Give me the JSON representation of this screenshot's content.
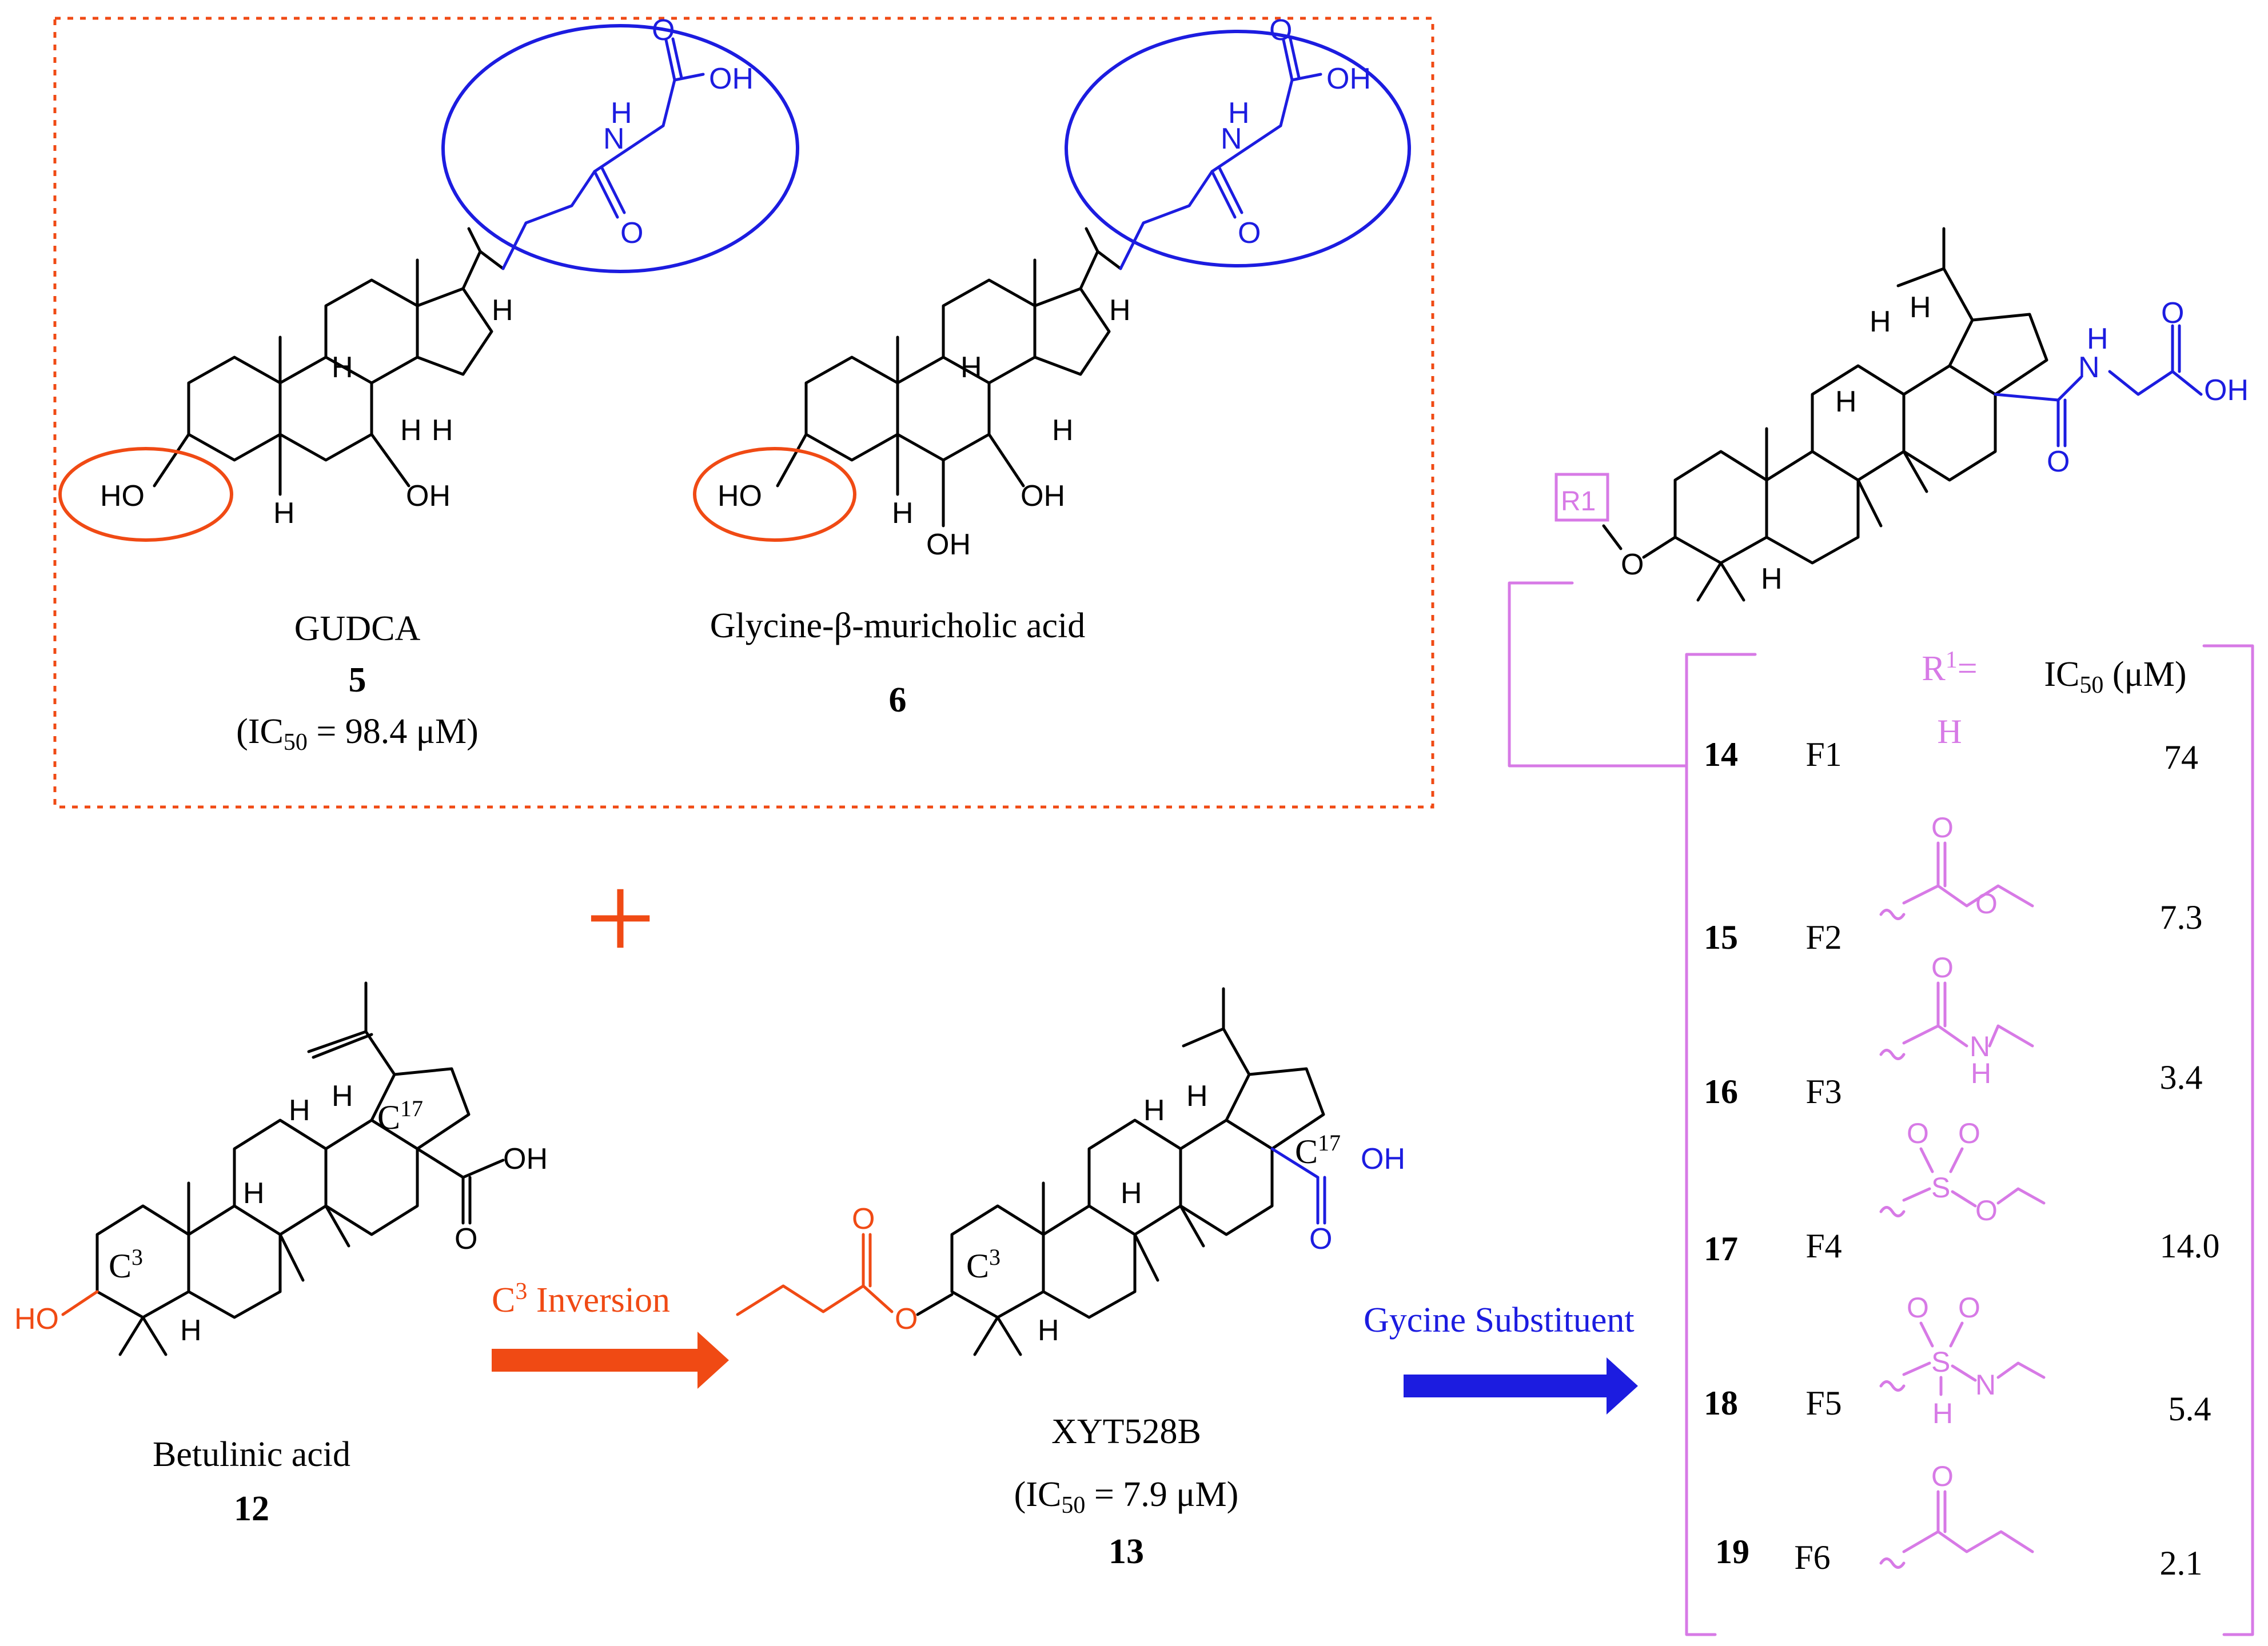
{
  "colors": {
    "orange": "#f04a14",
    "blue": "#1c1ce0",
    "violet": "#d77ae6",
    "black": "#000000"
  },
  "compounds": {
    "gudca": {
      "name": "GUDCA",
      "number": "5",
      "ic50": "(IC50 = 98.4 μM)",
      "ic50_prefix": "(IC",
      "ic50_sub": "50",
      "ic50_suffix": " = 98.4 μM)"
    },
    "muricholic": {
      "name": "Glycine-β-muricholic acid",
      "number": "6"
    },
    "betulinic": {
      "name": "Betulinic acid",
      "number": "12",
      "c3": "C",
      "c3_sup": "3",
      "c17": "C",
      "c17_sup": "17"
    },
    "xyt528b": {
      "name": "XYT528B",
      "number": "13",
      "ic50": "(IC50 = 7.9 μM)",
      "ic50_prefix": "(IC",
      "ic50_sub": "50",
      "ic50_suffix": " = 7.9 μM)"
    }
  },
  "atoms": {
    "ho": "HO",
    "oh": "OH",
    "h": "H",
    "nh": "N",
    "o": "O",
    "s": "S",
    "r1": "R1"
  },
  "plus_sign": "+",
  "arrows": {
    "inversion": {
      "prefix": "C",
      "sup": "3",
      "suffix": " Inversion"
    },
    "glycine": {
      "label": "Gycine Substituent"
    }
  },
  "table": {
    "header_r": "R",
    "header_r_sup": "1",
    "header_r_eq": "=",
    "header_ic": "IC",
    "header_ic_sub": "50",
    "header_ic_unit": " (μM)",
    "rows": [
      {
        "id": "14",
        "code": "F1",
        "r1": "H",
        "ic50": "74"
      },
      {
        "id": "15",
        "code": "F2",
        "r1": "ethyl carbonate",
        "ic50": "7.3"
      },
      {
        "id": "16",
        "code": "F3",
        "r1": "ethyl carbamate",
        "ic50": "3.4"
      },
      {
        "id": "17",
        "code": "F4",
        "r1": "ethyl sulfonate",
        "ic50": "14.0"
      },
      {
        "id": "18",
        "code": "F5",
        "r1": "ethyl sulfamide",
        "ic50": "5.4"
      },
      {
        "id": "19",
        "code": "F6",
        "r1": "butanoyl",
        "ic50": "2.1"
      }
    ]
  }
}
